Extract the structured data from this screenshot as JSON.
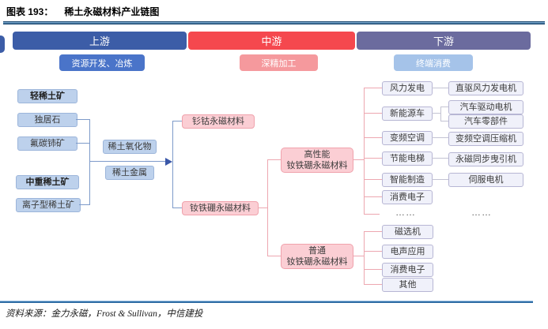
{
  "title": {
    "prefix": "图表 193：",
    "text": "稀土永磁材料产业链图"
  },
  "chain": {
    "segments": [
      {
        "label": "上游",
        "color": "#3c5da7"
      },
      {
        "label": "中游",
        "color": "#f5484e"
      },
      {
        "label": "下游",
        "color": "#6b6b9e"
      }
    ],
    "stages": [
      {
        "label": "资源开发、冶炼",
        "color": "#4a74c9"
      },
      {
        "label": "深精加工",
        "color": "#f5999d"
      },
      {
        "label": "终端消费",
        "color": "#a5c3e9"
      }
    ]
  },
  "upstream": {
    "categories": [
      {
        "header": "轻稀土矿",
        "items": [
          "独居石",
          "氟碳铈矿"
        ]
      },
      {
        "header": "中重稀土矿",
        "items": [
          "离子型稀土矿"
        ]
      }
    ],
    "products": [
      "稀土氧化物",
      "稀土金属"
    ]
  },
  "midstream": {
    "materials": [
      "钐钴永磁材料",
      "钕铁硼永磁材料"
    ],
    "grades": [
      {
        "line1": "高性能",
        "line2": "钕铁硼永磁材料"
      },
      {
        "line1": "普通",
        "line2": "钕铁硼永磁材料"
      }
    ]
  },
  "downstream": {
    "high_performance_apps": [
      "风力发电",
      "新能源车",
      "变频空调",
      "节能电梯",
      "智能制造",
      "消费电子",
      "……"
    ],
    "end_products": [
      "直驱风力发电机",
      "汽车驱动电机",
      "汽车零部件",
      "变频空调压缩机",
      "永磁同步曳引机",
      "伺服电机",
      "……"
    ],
    "ordinary_apps": [
      "磁选机",
      "电声应用",
      "消费电子",
      "其他"
    ]
  },
  "footer": {
    "source": "资料来源：金力永磁，Frost & Sullivan，中信建投"
  }
}
